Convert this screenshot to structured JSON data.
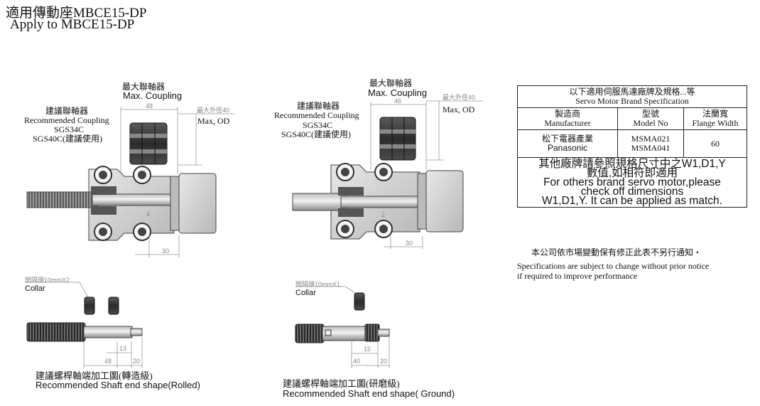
{
  "header": {
    "title_cn": "適用傳動座MBCE15-DP",
    "title_en": "Apply to    MBCE15-DP"
  },
  "left_assembly": {
    "max_coupling_cn": "最大聯軸器",
    "max_coupling_en": "Max. Coupling",
    "rec_coupling_cn": "建議聯軸器",
    "rec_coupling_en": "Recommended Coupling",
    "model_1": "SGS34C",
    "model_2": "SGS40C(建議使用)",
    "max_od_cn": "最大外徑40",
    "max_od_en": "Max, OD",
    "dim_width": "48",
    "dim_small": "4",
    "dim_bottom": "30"
  },
  "mid_assembly": {
    "max_coupling_cn": "最大聯軸器",
    "max_coupling_en": "Max. Coupling",
    "rec_coupling_cn": "建議聯軸器",
    "rec_coupling_en": "Recommended Coupling",
    "model_1": "SGS34C",
    "model_2": "SGS40C(建議使用)",
    "max_od_cn": "最大外徑40",
    "max_od_en": "Max, OD",
    "dim_width": "46",
    "dim_small": "2",
    "dim_bottom": "30"
  },
  "left_shaft": {
    "collar_cn": "間隔環10mmX2",
    "collar_en": "Collar",
    "dim_a": "13",
    "dim_b": "48",
    "dim_c": "20",
    "caption_cn": "建議螺桿軸端加工圖(轉造級)",
    "caption_en": "Recommended Shaft end shape(Rolled)"
  },
  "mid_shaft": {
    "collar_cn": "間隔環10mmX1",
    "collar_en": "Collar",
    "dim_a": "15",
    "dim_b": "40",
    "dim_c": "20",
    "caption_cn": "建議螺桿軸端加工圖(研磨級)",
    "caption_en": "Recommended Shaft end shape( Ground)"
  },
  "spec_table": {
    "heading_cn": "以下適用伺服馬達廠牌及規格...等",
    "heading_en": "Servo Motor Brand Specification",
    "col1_cn": "製造商",
    "col1_en": "Manufacturer",
    "col2_cn": "型號",
    "col2_en": "Model No",
    "col3_cn": "法蘭寬",
    "col3_en": "Flange Width",
    "row_maker_cn": "松下電器產業",
    "row_maker_en": "Panasonic",
    "row_model_1": "MSMA021",
    "row_model_2": "MSMA041",
    "row_flange": "60",
    "note_cn_1": "其他廠牌請參照規格尺寸中之W1,D1,Y",
    "note_cn_2": "數值,如相符即適用",
    "note_en_1": "For others brand servo motor,please",
    "note_en_2": "check off dimensions",
    "note_en_3": "W1,D1,Y. It can be applied as match."
  },
  "footer": {
    "line_cn": "本公司依市場變動保有修正此表不另行通知・",
    "line_en_1": "Specifications are subject to change without prior notice",
    "line_en_2": " if required to improve performance"
  },
  "colors": {
    "metal_light": "#d6d6d6",
    "metal_dark": "#3a3a3a",
    "dim_line": "#888888"
  }
}
